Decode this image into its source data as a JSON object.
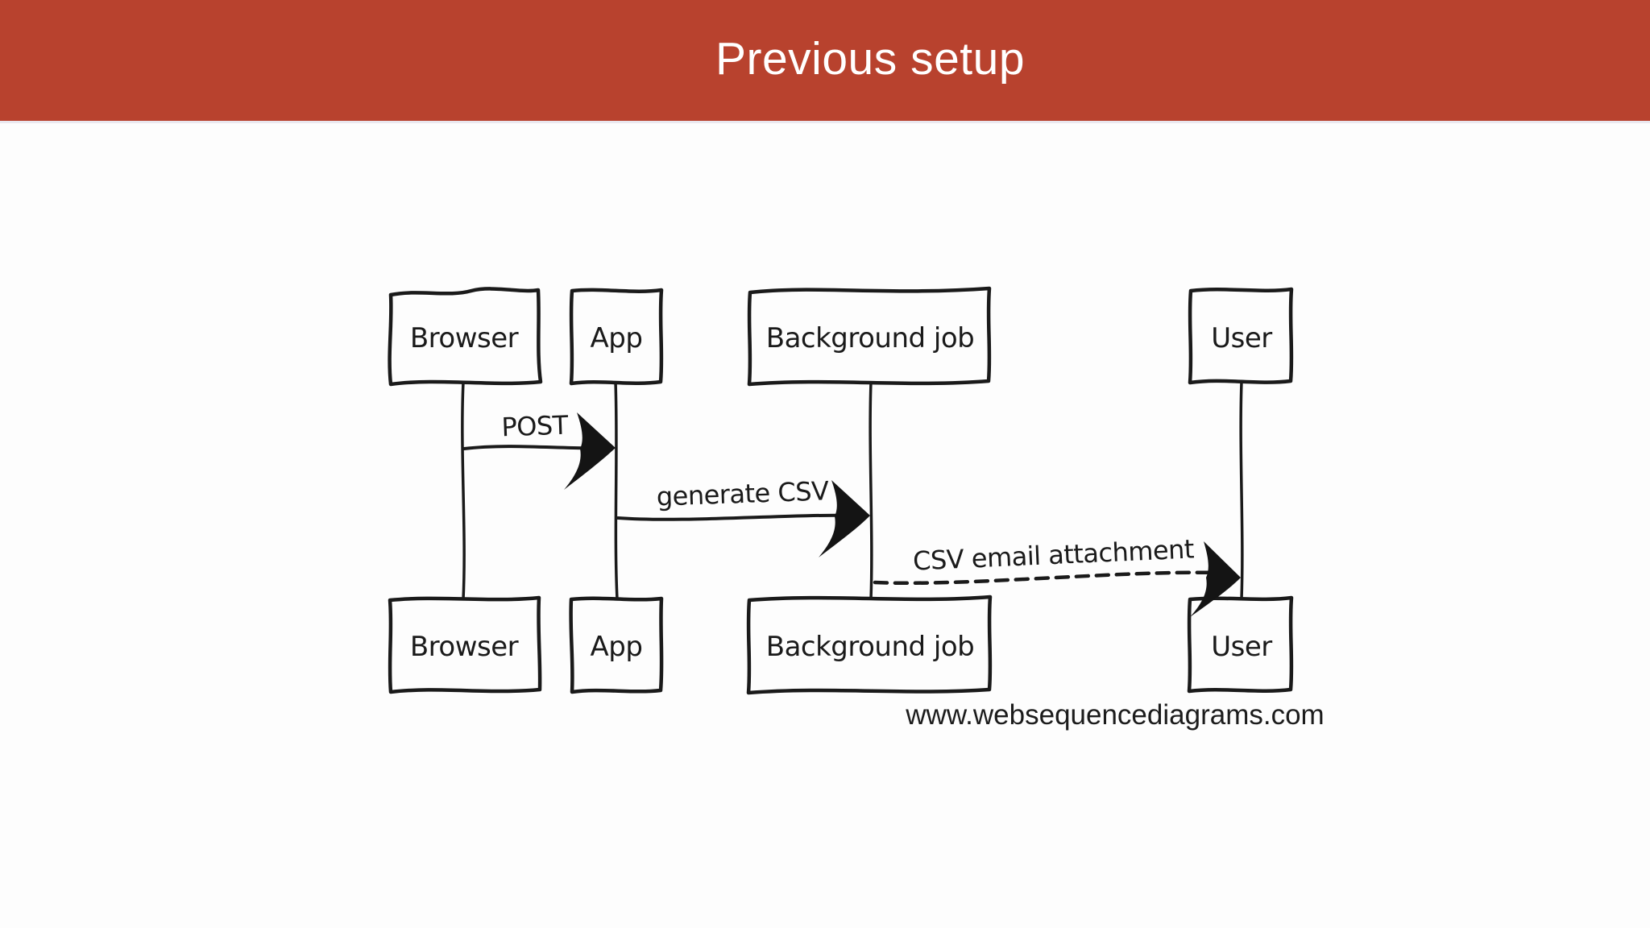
{
  "slide": {
    "title": "Previous setup",
    "colors": {
      "header_background": "#b8422e",
      "header_text": "#ffffff",
      "ink": "#1a1a1a",
      "slide_background": "#fdfdfd"
    }
  },
  "diagram": {
    "type": "sequence",
    "actors": [
      {
        "id": "browser",
        "label": "Browser"
      },
      {
        "id": "app",
        "label": "App"
      },
      {
        "id": "background-job",
        "label": "Background job"
      },
      {
        "id": "user",
        "label": "User"
      }
    ],
    "messages": [
      {
        "from": "browser",
        "to": "app",
        "label": "POST",
        "line": "solid"
      },
      {
        "from": "app",
        "to": "background-job",
        "label": "generate CSV",
        "line": "solid"
      },
      {
        "from": "background-job",
        "to": "user",
        "label": "CSV email attachment",
        "line": "dashed"
      }
    ],
    "watermark": "www.websequencediagrams.com"
  }
}
